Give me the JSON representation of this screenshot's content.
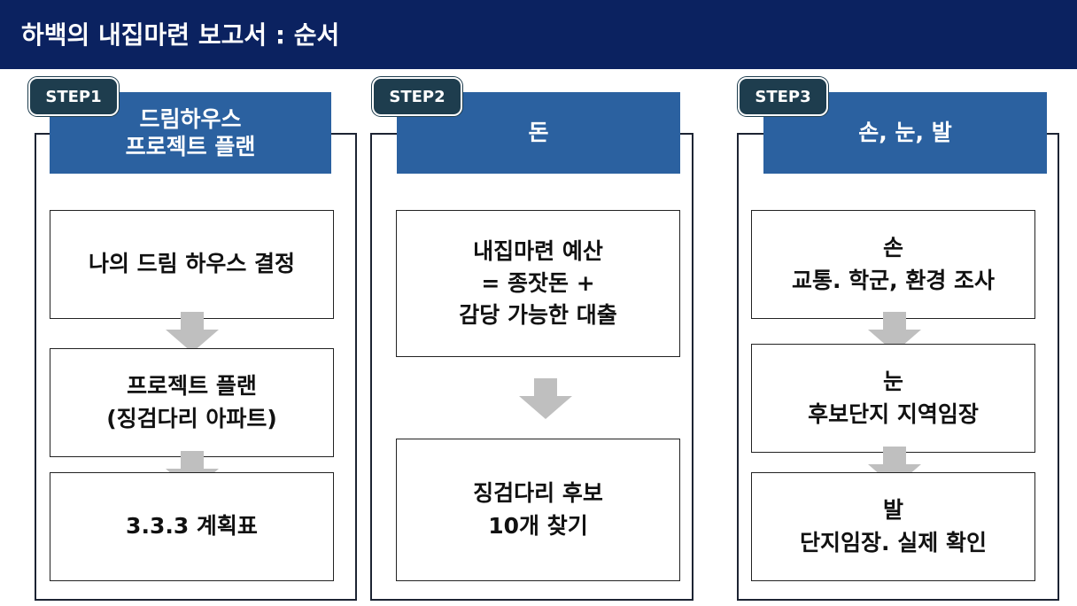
{
  "header": {
    "title": "하백의 내집마련 보고서 : 순서"
  },
  "steps": [
    {
      "tab": "STEP1",
      "title": "드림하우스\n프로젝트 플랜",
      "boxes": [
        {
          "lines": [
            "나의 드림 하우스 결정"
          ]
        },
        {
          "lines": [
            "프로젝트 플랜",
            "(징검다리 아파트)"
          ]
        },
        {
          "lines": [
            "3.3.3 계획표"
          ]
        }
      ]
    },
    {
      "tab": "STEP2",
      "title": "돈",
      "boxes": [
        {
          "lines": [
            "내집마련 예산",
            "= 종잣돈 +",
            "감당 가능한 대출"
          ]
        },
        {
          "lines": [
            "징검다리 후보",
            "10개 찾기"
          ]
        }
      ]
    },
    {
      "tab": "STEP3",
      "title": "손, 눈, 발",
      "boxes": [
        {
          "lines": [
            "손",
            "교통. 학군, 환경 조사"
          ]
        },
        {
          "lines": [
            "눈",
            "후보단지 지역임장"
          ]
        },
        {
          "lines": [
            "발",
            "단지임장. 실제 확인"
          ]
        }
      ]
    }
  ],
  "colors": {
    "header_bg": "#0b2260",
    "column_header_bg": "#2b61a0",
    "tab_bg": "#1e3d4e",
    "arrow": "#bfbfbf"
  }
}
